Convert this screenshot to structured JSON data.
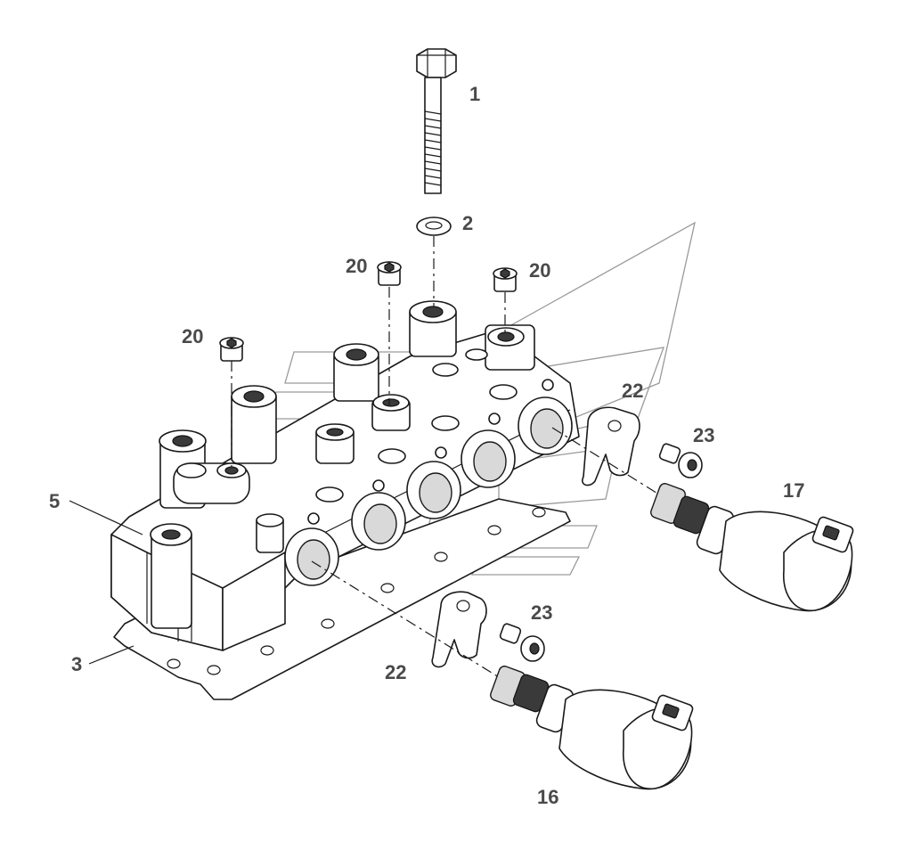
{
  "labels": {
    "l1": "1",
    "l2": "2",
    "l20a": "20",
    "l20b": "20",
    "l20c": "20",
    "l22a": "22",
    "l22b": "22",
    "l23a": "23",
    "l23b": "23",
    "l17": "17",
    "l16": "16",
    "l5": "5",
    "l3": "3"
  },
  "colors": {
    "label": "#4a4a4a",
    "line": "#1a1a1a",
    "watermark": "#9a9a9a"
  }
}
